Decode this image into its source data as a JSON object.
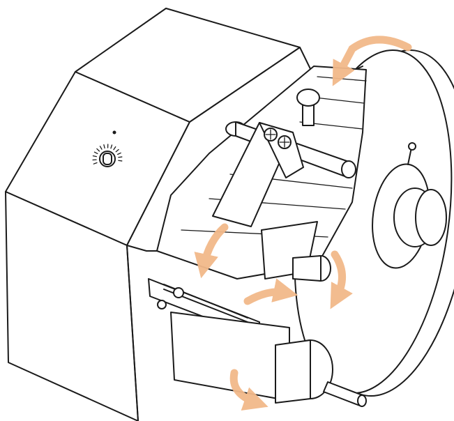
{
  "figure": {
    "subject": "label-dispenser-machine",
    "line_color": "#1a1a1a",
    "background_color": "#ffffff",
    "arrow_color": "#f2b98a",
    "motion_arrows": [
      {
        "name": "arrow-top-roll",
        "direction": "counterclockwise"
      },
      {
        "name": "arrow-label-peel",
        "direction": "down-left"
      },
      {
        "name": "arrow-drive-roller-right",
        "direction": "clockwise"
      },
      {
        "name": "arrow-drive-roller-left",
        "direction": "clockwise"
      },
      {
        "name": "arrow-rewind-spindle",
        "direction": "counterclockwise"
      }
    ]
  }
}
